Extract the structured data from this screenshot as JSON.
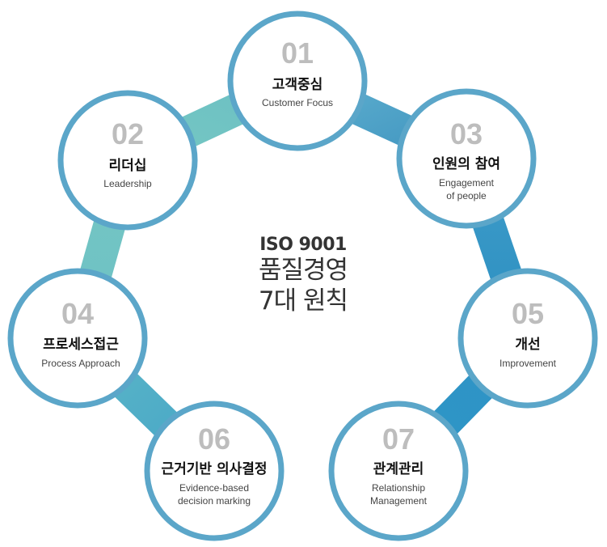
{
  "colors": {
    "ring": "#5ba6c9",
    "num": "#bdbdbd",
    "title": "#111111",
    "sub": "#444444",
    "center": "#333333"
  },
  "center": {
    "line1": "ISO 9001",
    "line2": "품질경영",
    "line3": "7대 원칙"
  },
  "principles": [
    {
      "num": "01",
      "title": "고객중심",
      "sub": [
        "Customer Focus"
      ]
    },
    {
      "num": "02",
      "title": "리더십",
      "sub": [
        "Leadership"
      ]
    },
    {
      "num": "03",
      "title": "인원의 참여",
      "sub": [
        "Engagement",
        "of people"
      ]
    },
    {
      "num": "04",
      "title": "프로세스접근",
      "sub": [
        "Process Approach"
      ]
    },
    {
      "num": "05",
      "title": "개선",
      "sub": [
        "Improvement"
      ]
    },
    {
      "num": "06",
      "title": "근거기반 의사결정",
      "sub": [
        "Evidence-based",
        "decision marking"
      ]
    },
    {
      "num": "07",
      "title": "관계관리",
      "sub": [
        "Relationship",
        "Management"
      ]
    }
  ]
}
